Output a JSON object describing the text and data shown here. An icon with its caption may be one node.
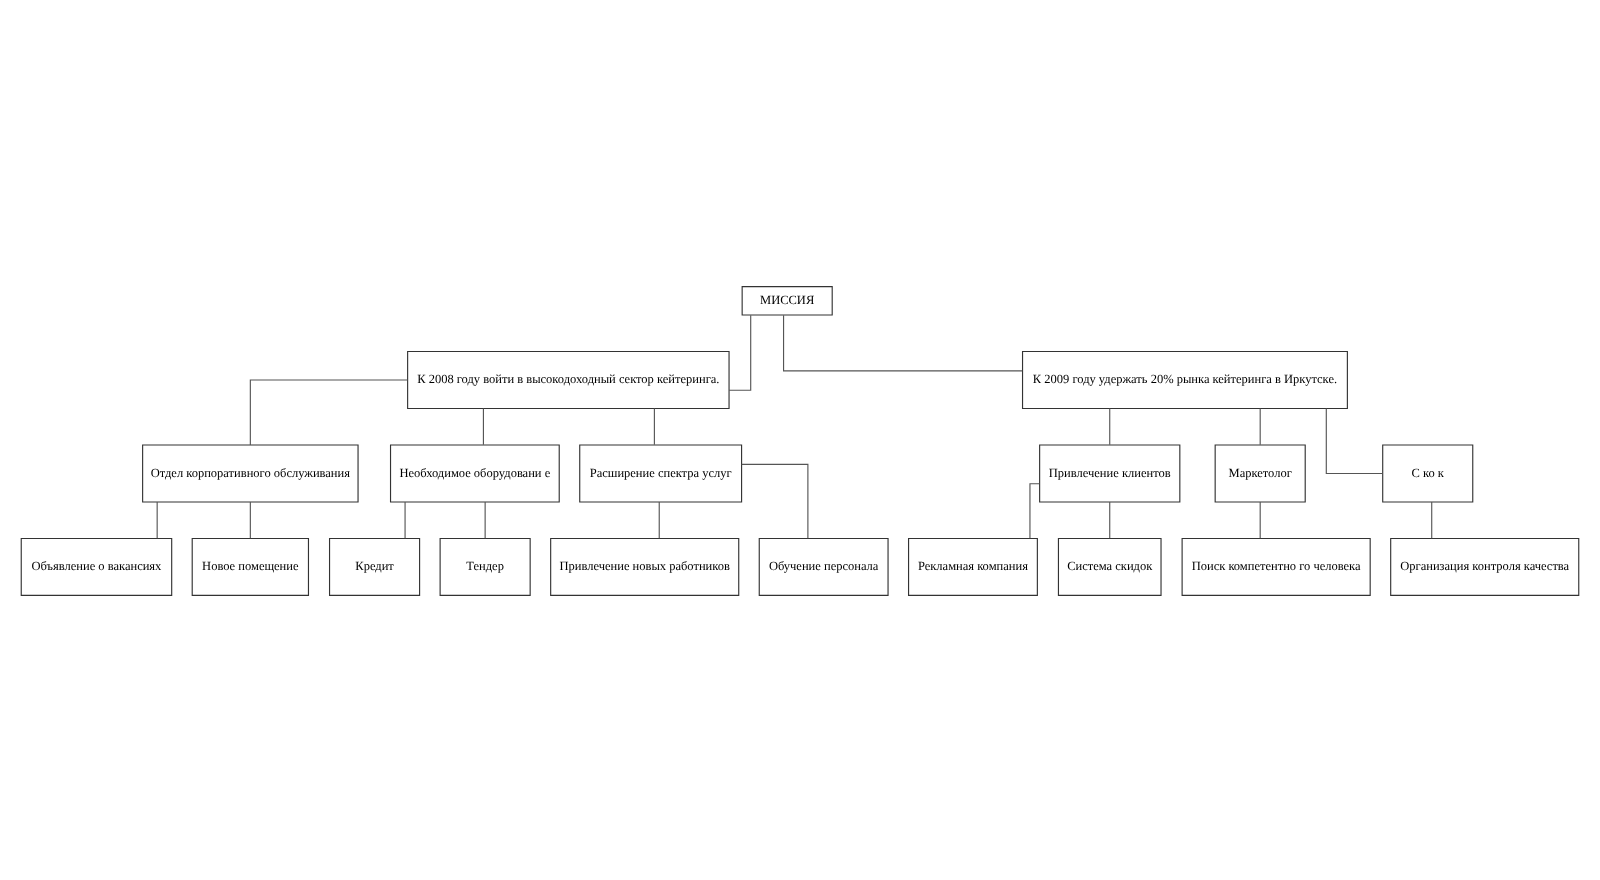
{
  "diagram": {
    "nodes": [
      {
        "text": [
          "МИССИЯ"
        ]
      },
      {
        "text": [
          "К 2008 году войти в высокодоходный сектор кейтеринга."
        ]
      },
      {
        "text": [
          "К 2009 году удержать 20% рынка кейтеринга в Иркутске."
        ]
      },
      {
        "text": [
          "Отдел корпоративного обслуживания"
        ]
      },
      {
        "text": [
          "Необходимое оборудовани е"
        ]
      },
      {
        "text": [
          "Расширение спектра услуг"
        ]
      },
      {
        "text": [
          "Привлечение клиентов"
        ]
      },
      {
        "text": [
          "Маркетолог"
        ]
      },
      {
        "text": [
          "С ко к"
        ]
      },
      {
        "text": [
          "Поиск компетентно го человека"
        ]
      },
      {
        "text": [
          "Кредит"
        ]
      },
      {
        "text": [
          "Тендер"
        ]
      },
      {
        "text": [
          "Рекламная компания"
        ]
      },
      {
        "text": [
          "Система скидок"
        ]
      },
      {
        "text": [
          "Объявление о вакансиях"
        ]
      },
      {
        "text": [
          "Новое помещение"
        ]
      },
      {
        "text": [
          "Привлечение новых работников"
        ]
      },
      {
        "text": [
          "Обучение персонала"
        ]
      },
      {
        "text": [
          "Организация контроля качества"
        ]
      }
    ],
    "edges": [
      {
        "from": 0,
        "to": 1,
        "arrow": "none"
      },
      {
        "from": 0,
        "to": 2,
        "arrow": "none"
      },
      {
        "from": 1,
        "to": 3,
        "arrow": "none"
      },
      {
        "from": 1,
        "to": 4,
        "arrow": "none"
      },
      {
        "from": 1,
        "to": 5,
        "arrow": "none"
      },
      {
        "from": 2,
        "to": 6,
        "arrow": "none"
      },
      {
        "from": 2,
        "to": 7,
        "arrow": "none"
      },
      {
        "from": 2,
        "to": 8,
        "arrow": "none"
      },
      {
        "from": 3,
        "to": 14,
        "arrow": "none"
      },
      {
        "from": 3,
        "to": 15,
        "arrow": "none"
      },
      {
        "from": 4,
        "to": 10,
        "arrow": "none"
      },
      {
        "from": 4,
        "to": 11,
        "arrow": "none"
      },
      {
        "from": 5,
        "to": 16,
        "arrow": "none"
      },
      {
        "from": 5,
        "to": 17,
        "arrow": "none"
      },
      {
        "from": 6,
        "to": 12,
        "arrow": "none"
      },
      {
        "from": 6,
        "to": 13,
        "arrow": "none"
      },
      {
        "from": 7,
        "to": 9,
        "arrow": "none"
      },
      {
        "from": 8,
        "to": 18,
        "arrow": "none"
      }
    ]
  }
}
